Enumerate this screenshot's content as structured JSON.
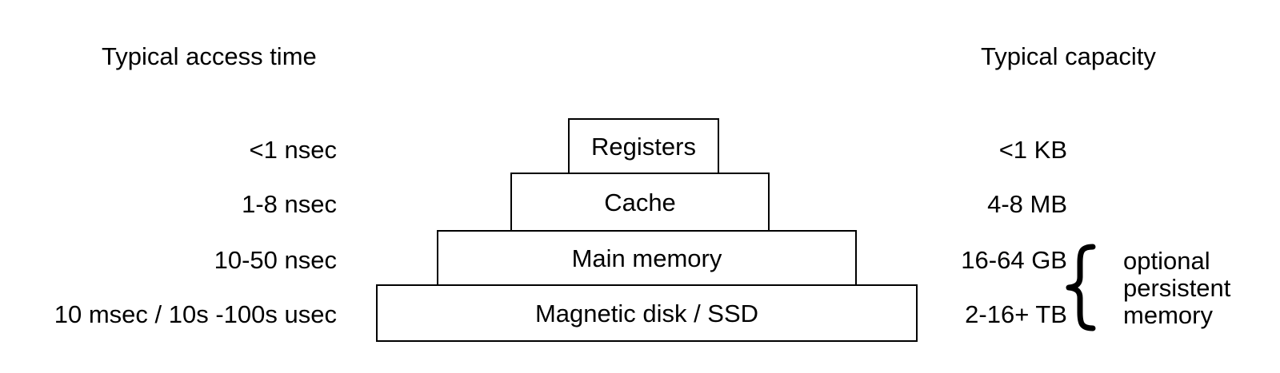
{
  "headers": {
    "access_time": "Typical access time",
    "capacity": "Typical capacity"
  },
  "levels": [
    {
      "name": "Registers",
      "access_time": "<1 nsec",
      "capacity": "<1 KB"
    },
    {
      "name": "Cache",
      "access_time": "1-8 nsec",
      "capacity": "4-8 MB"
    },
    {
      "name": "Main memory",
      "access_time": "10-50 nsec",
      "capacity": "16-64 GB"
    },
    {
      "name": "Magnetic disk / SSD",
      "access_time": "10 msec / 10s -100s usec",
      "capacity": "2-16+ TB"
    }
  ],
  "annotation": {
    "lines": [
      "optional",
      "persistent",
      "memory"
    ]
  }
}
